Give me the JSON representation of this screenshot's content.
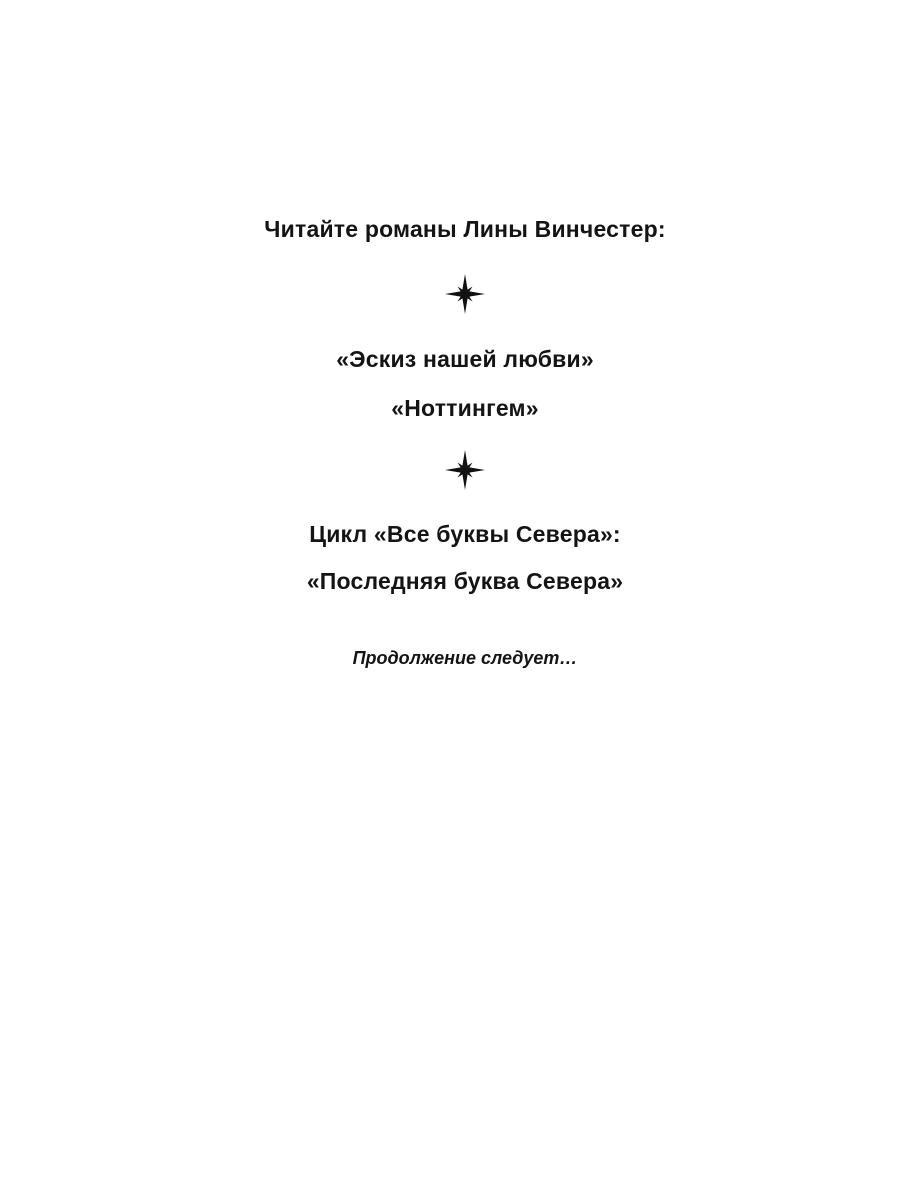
{
  "page": {
    "heading": "Читайте романы Лины Винчестер:",
    "divider_icon": "four-point-star-icon",
    "books_standalone": [
      "«Эскиз нашей любви»",
      "«Ноттингем»"
    ],
    "cycle_title": "Цикл «Все буквы Севера»:",
    "cycle_books": [
      "«Последняя буква Севера»"
    ],
    "continuation_note": "Продолжение следует…"
  }
}
